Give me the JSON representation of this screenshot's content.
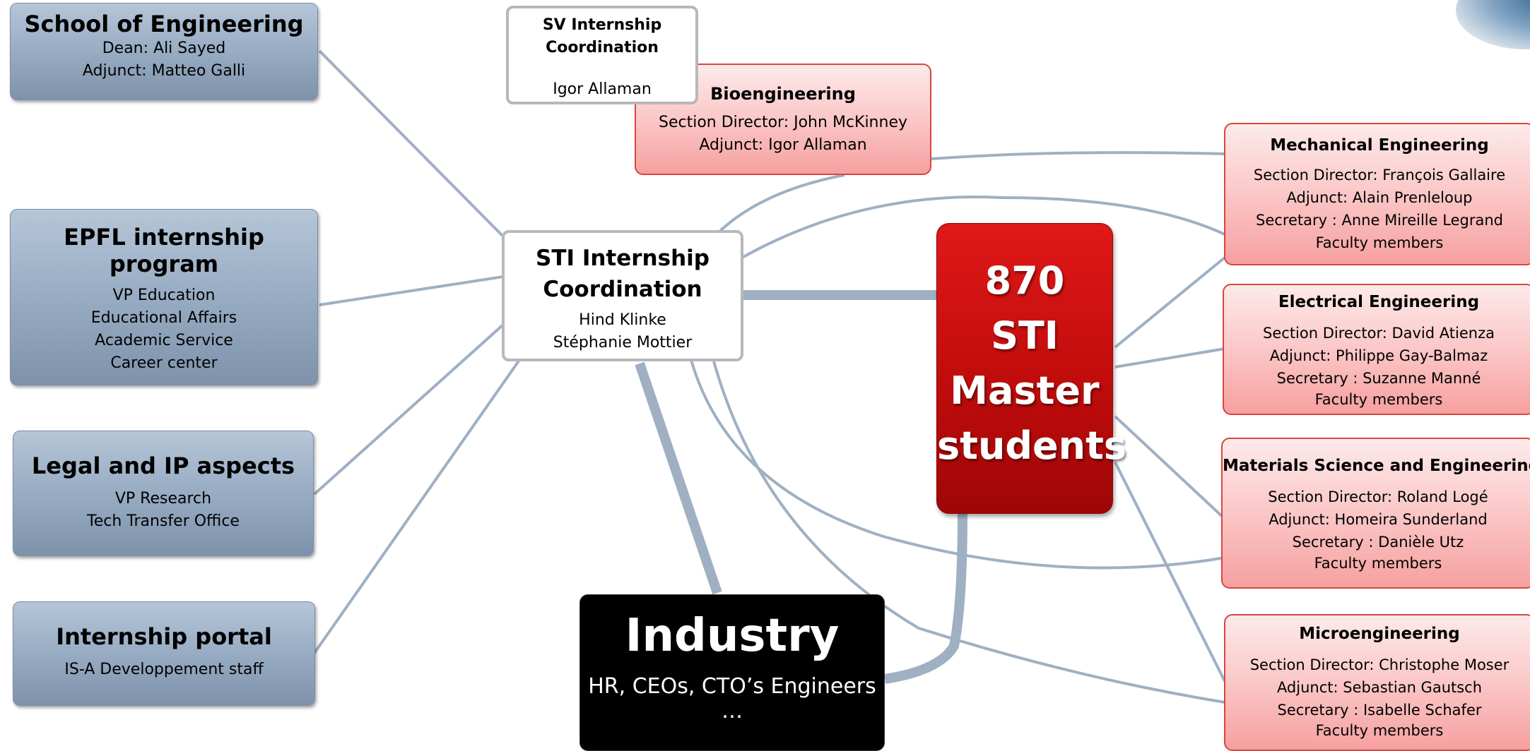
{
  "school": {
    "title": "School of Engineering",
    "lines": [
      "Dean: Ali Sayed",
      "Adjunct: Matteo Galli"
    ]
  },
  "epfl": {
    "title": "EPFL internship program",
    "lines": [
      "VP Education",
      "Educational Affairs",
      "Academic Service",
      "Career center"
    ]
  },
  "legal": {
    "title": "Legal and IP aspects",
    "lines": [
      "VP Research",
      "Tech Transfer Office"
    ]
  },
  "portal": {
    "title": "Internship portal",
    "lines": [
      "IS-A Developpement staff"
    ]
  },
  "sv": {
    "title_lines": [
      "SV Internship",
      "Coordination"
    ],
    "person": "Igor Allaman"
  },
  "sti": {
    "title_lines": [
      "STI Internship",
      "Coordination"
    ],
    "people": [
      "Hind Klinke",
      "Stéphanie Mottier"
    ]
  },
  "bio": {
    "title": "Bioengineering",
    "lines": [
      "Section Director: John McKinney",
      "Adjunct: Igor Allaman"
    ]
  },
  "students": {
    "lines": [
      "870",
      "STI",
      "Master",
      "students"
    ]
  },
  "industry": {
    "title": "Industry",
    "line": "HR, CEOs, CTO’s Engineers",
    "ellipsis": "…"
  },
  "mech": {
    "title": "Mechanical Engineering",
    "lines": [
      "Section Director: François Gallaire",
      "Adjunct: Alain Prenleloup",
      "Secretary : Anne Mireille Legrand",
      "Faculty members"
    ]
  },
  "elec": {
    "title": "Electrical Engineering",
    "lines": [
      "Section Director: David Atienza",
      "Adjunct: Philippe Gay-Balmaz",
      "Secretary : Suzanne Manné",
      "Faculty members"
    ]
  },
  "mat": {
    "title": "Materials Science and Engineering",
    "lines": [
      "Section Director: Roland Logé",
      "Adjunct: Homeira Sunderland",
      "Secretary : Danièle Utz",
      "Faculty members"
    ]
  },
  "micro": {
    "title": "Microengineering",
    "lines": [
      "Section Director: Christophe Moser",
      "Adjunct: Sebastian Gautsch",
      "Secretary : Isabelle Schafer",
      "Faculty members"
    ]
  },
  "colors": {
    "connector": "#9fb0c3",
    "pink_border": "#d7463f",
    "students_red": "#c00c0c",
    "industry_black": "#000000"
  }
}
